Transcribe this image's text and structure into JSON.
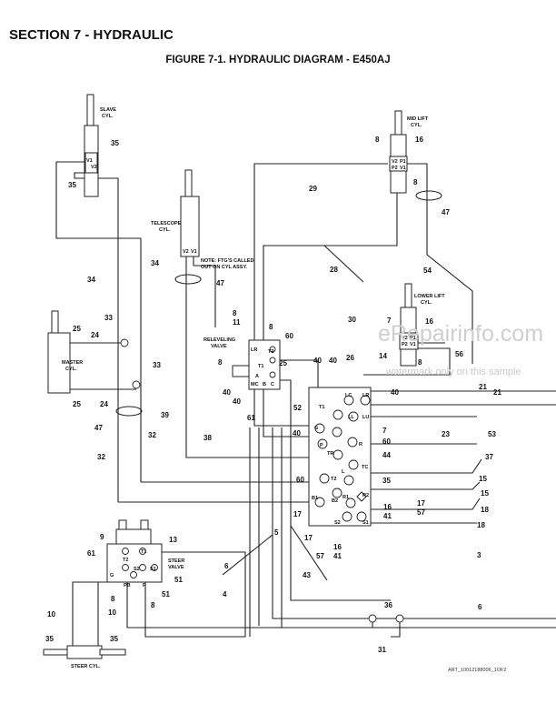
{
  "header": {
    "section_title": "SECTION 7 - HYDRAULIC",
    "figure_title": "FIGURE 7-1. HYDRAULIC DIAGRAM - E450AJ"
  },
  "components": {
    "slave": "SLAVE",
    "slave2": "CYL.",
    "telescope": "TELESCOPE",
    "telescope2": "CYL.",
    "master": "MASTER",
    "master2": "CYL.",
    "midlift": "MID LIFT",
    "midlift2": "CYL.",
    "lowerlift": "LOWER LIFT",
    "lowerlift2": "CYL.",
    "relevel": "RELEVELING",
    "relevel2": "VALVE",
    "steervalve": "STEER",
    "steervalve2": "VALVE",
    "steercyl": "STEER CYL.",
    "note1": "NOTE: FTG'S CALLED",
    "note2": "OUT ON CYL ASSY."
  },
  "ports": {
    "v1": "V1",
    "v2": "V2",
    "p1": "P1",
    "p2": "P2",
    "lr": "LR",
    "t1": "T1",
    "t2": "T2",
    "a": "A",
    "mc": "MC",
    "b": "B",
    "c": "C",
    "lc": "LC",
    "ll": "LL",
    "lu": "LU",
    "g": "G",
    "p": "P",
    "tr": "TR",
    "r": "R",
    "tc": "TC",
    "l": "L",
    "b1": "B1",
    "b2": "B2",
    "r1": "R1",
    "r2": "R2",
    "s1": "S1",
    "s2": "S2",
    "pb": "PB"
  },
  "callouts": {
    "n35a": "35",
    "n35b": "35",
    "n8a": "8",
    "n16a": "16",
    "n8b": "8",
    "n47a": "47",
    "n29": "29",
    "n28": "28",
    "n54": "54",
    "n34a": "34",
    "n34b": "34",
    "n47b": "47",
    "n25a": "25",
    "n24a": "24",
    "n33a": "33",
    "n33b": "33",
    "n24b": "24",
    "n25b": "25",
    "n47c": "47",
    "n8c": "8",
    "n11": "11",
    "n8d": "8",
    "n60a": "60",
    "n30": "30",
    "n7a": "7",
    "n16b": "16",
    "n14": "14",
    "n56": "56",
    "n8e": "8",
    "n40a": "40",
    "n40b": "40",
    "n26": "26",
    "n40c": "40",
    "n25c": "25",
    "n8f": "8",
    "n40d": "40",
    "n40e": "40",
    "n52": "52",
    "n21a": "21",
    "n21b": "21",
    "n39": "39",
    "n38": "38",
    "n32a": "32",
    "n32b": "32",
    "n61a": "61",
    "n40f": "40",
    "n7b": "7",
    "n60b": "60",
    "n23": "23",
    "n53": "53",
    "n44": "44",
    "n37": "37",
    "n60c": "60",
    "n35c": "35",
    "n15a": "15",
    "n15b": "15",
    "n17a": "17",
    "n57a": "57",
    "n16c": "16",
    "n41a": "41",
    "n18a": "18",
    "n18b": "18",
    "n17b": "17",
    "n17c": "17",
    "n57b": "57",
    "n16d": "16",
    "n41b": "41",
    "n9": "9",
    "n13": "13",
    "n5": "5",
    "n3": "3",
    "n61b": "61",
    "n6a": "6",
    "n51a": "51",
    "n51b": "51",
    "n4": "4",
    "n43": "43",
    "n8g": "8",
    "n8h": "8",
    "n10a": "10",
    "n10b": "10",
    "n36": "36",
    "n6b": "6",
    "n35d": "35",
    "n35e": "35",
    "n31": "31"
  },
  "watermark": {
    "main": "eRepairinfo.com",
    "sub": "watermark only on this sample"
  },
  "art_number": "ART_10012188006_1OF2"
}
